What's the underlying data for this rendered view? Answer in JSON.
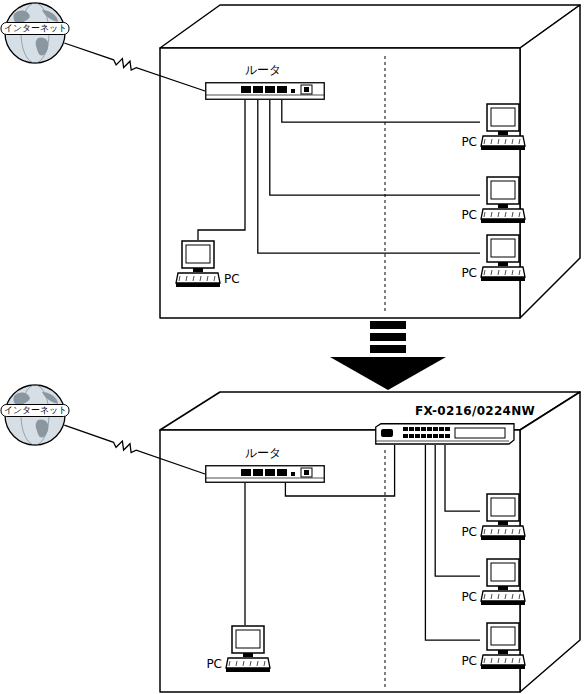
{
  "diagram": {
    "nodes": [
      {
        "text": [
          "インターネット"
        ]
      },
      {
        "text": [
          "ルータ"
        ]
      },
      {
        "text": [
          "PC"
        ]
      },
      {
        "text": [
          "PC"
        ]
      },
      {
        "text": [
          "PC"
        ]
      },
      {
        "text": [
          "PC"
        ]
      },
      {
        "text": [
          "インターネット"
        ]
      },
      {
        "text": [
          "ルータ"
        ]
      },
      {
        "text": [
          "FX-0216/0224NW"
        ]
      },
      {
        "text": [
          "PC"
        ]
      },
      {
        "text": [
          "PC"
        ]
      },
      {
        "text": [
          "PC"
        ]
      },
      {
        "text": [
          "PC"
        ]
      }
    ],
    "edges": [
      {
        "from": 0,
        "to": 1,
        "arrow": "none"
      },
      {
        "from": 1,
        "to": 2,
        "arrow": "none"
      },
      {
        "from": 1,
        "to": 3,
        "arrow": "none"
      },
      {
        "from": 1,
        "to": 4,
        "arrow": "none"
      },
      {
        "from": 1,
        "to": 5,
        "arrow": "none"
      },
      {
        "from": 6,
        "to": 7,
        "arrow": "none"
      },
      {
        "from": 7,
        "to": 8,
        "arrow": "none"
      },
      {
        "from": 7,
        "to": 12,
        "arrow": "none"
      },
      {
        "from": 8,
        "to": 9,
        "arrow": "none"
      },
      {
        "from": 8,
        "to": 10,
        "arrow": "none"
      },
      {
        "from": 8,
        "to": 11,
        "arrow": "none"
      }
    ]
  }
}
